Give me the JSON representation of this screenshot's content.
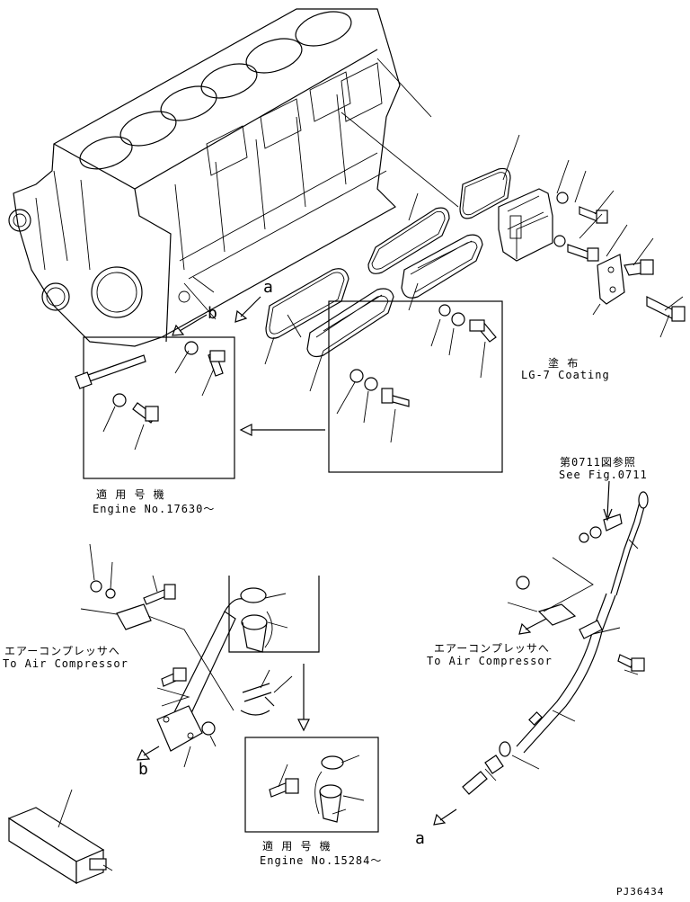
{
  "labels": {
    "coating_jp": "塗 布",
    "coating_en": "LG-7 Coating",
    "engine_a_jp": "適 用 号 機",
    "engine_a_en": "Engine No.17630～",
    "see_fig_jp": "第0711図参照",
    "see_fig_en": "See Fig.0711",
    "air_left_jp": "エアーコンプレッサへ",
    "air_left_en": "To Air Compressor",
    "air_right_jp": "エアーコンプレッサへ",
    "air_right_en": "To Air Compressor",
    "engine_b_jp": "適 用 号 機",
    "engine_b_en": "Engine No.15284～",
    "ref_a_top": "a",
    "ref_b_top": "b",
    "ref_b_bottom": "b",
    "ref_a_bottom": "a",
    "drawing_no": "PJ36434"
  }
}
